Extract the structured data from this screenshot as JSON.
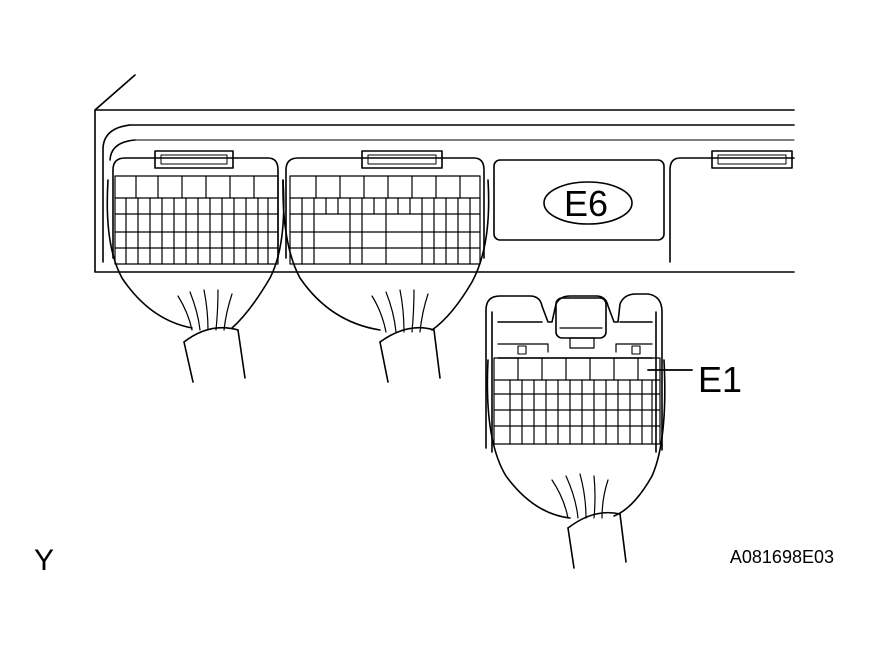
{
  "labels": {
    "ecu_connector_badge": "E6",
    "connector_callout": "E1",
    "corner_mark": "Y",
    "figure_code": "A081698E03"
  },
  "colors": {
    "line": "#000000",
    "background": "#ffffff"
  }
}
